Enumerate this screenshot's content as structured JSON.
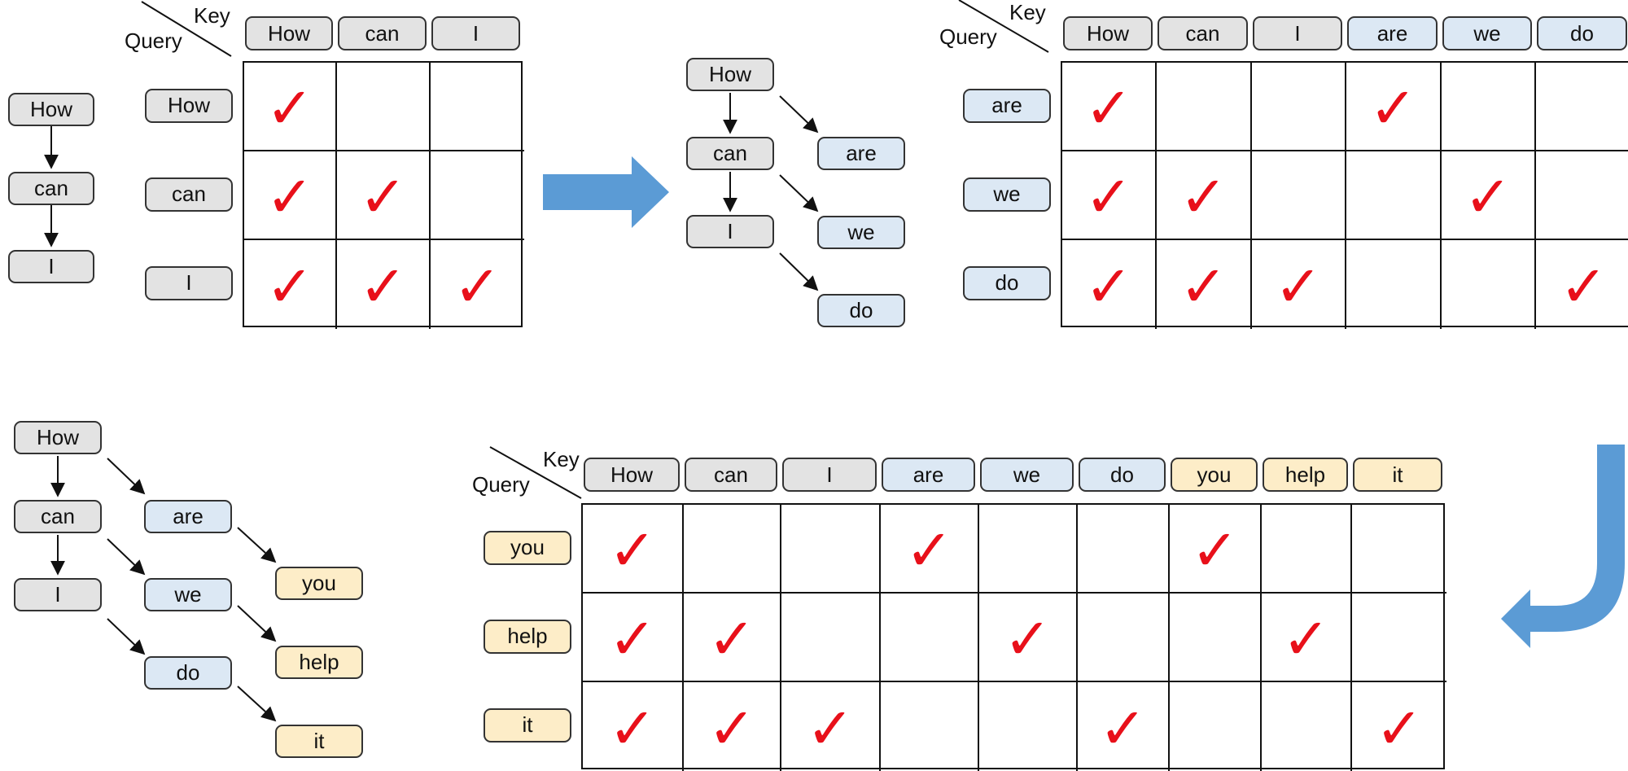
{
  "check_glyph": "✓",
  "colors": {
    "gray": "#e3e3e3",
    "blue": "#dce8f4",
    "yellow": "#fdedc8",
    "check": "#e8101a",
    "arrow": "#5b9bd5"
  },
  "matrix1": {
    "key_label": "Key",
    "query_label": "Query",
    "keys": [
      {
        "text": "How",
        "color": "gray"
      },
      {
        "text": "can",
        "color": "gray"
      },
      {
        "text": "I",
        "color": "gray"
      }
    ],
    "queries": [
      {
        "text": "How",
        "color": "gray"
      },
      {
        "text": "can",
        "color": "gray"
      },
      {
        "text": "I",
        "color": "gray"
      }
    ],
    "checks": [
      [
        1,
        0,
        0
      ],
      [
        1,
        1,
        0
      ],
      [
        1,
        1,
        1
      ]
    ]
  },
  "matrix2": {
    "key_label": "Key",
    "query_label": "Query",
    "keys": [
      {
        "text": "How",
        "color": "gray"
      },
      {
        "text": "can",
        "color": "gray"
      },
      {
        "text": "I",
        "color": "gray"
      },
      {
        "text": "are",
        "color": "blue"
      },
      {
        "text": "we",
        "color": "blue"
      },
      {
        "text": "do",
        "color": "blue"
      }
    ],
    "queries": [
      {
        "text": "are",
        "color": "blue"
      },
      {
        "text": "we",
        "color": "blue"
      },
      {
        "text": "do",
        "color": "blue"
      }
    ],
    "checks": [
      [
        1,
        0,
        0,
        1,
        0,
        0
      ],
      [
        1,
        1,
        0,
        0,
        1,
        0
      ],
      [
        1,
        1,
        1,
        0,
        0,
        1
      ]
    ]
  },
  "matrix3": {
    "key_label": "Key",
    "query_label": "Query",
    "keys": [
      {
        "text": "How",
        "color": "gray"
      },
      {
        "text": "can",
        "color": "gray"
      },
      {
        "text": "I",
        "color": "gray"
      },
      {
        "text": "are",
        "color": "blue"
      },
      {
        "text": "we",
        "color": "blue"
      },
      {
        "text": "do",
        "color": "blue"
      },
      {
        "text": "you",
        "color": "yellow"
      },
      {
        "text": "help",
        "color": "yellow"
      },
      {
        "text": "it",
        "color": "yellow"
      }
    ],
    "queries": [
      {
        "text": "you",
        "color": "yellow"
      },
      {
        "text": "help",
        "color": "yellow"
      },
      {
        "text": "it",
        "color": "yellow"
      }
    ],
    "checks": [
      [
        1,
        0,
        0,
        1,
        0,
        0,
        1,
        0,
        0
      ],
      [
        1,
        1,
        0,
        0,
        1,
        0,
        0,
        1,
        0
      ],
      [
        1,
        1,
        1,
        0,
        0,
        1,
        0,
        0,
        1
      ]
    ]
  },
  "tree1": [
    {
      "text": "How",
      "color": "gray"
    },
    {
      "text": "can",
      "color": "gray"
    },
    {
      "text": "I",
      "color": "gray"
    }
  ],
  "tree2": {
    "base": [
      {
        "text": "How",
        "color": "gray"
      },
      {
        "text": "can",
        "color": "gray"
      },
      {
        "text": "I",
        "color": "gray"
      }
    ],
    "branch": [
      {
        "text": "are",
        "color": "blue"
      },
      {
        "text": "we",
        "color": "blue"
      },
      {
        "text": "do",
        "color": "blue"
      }
    ]
  },
  "tree3": {
    "base": [
      {
        "text": "How",
        "color": "gray"
      },
      {
        "text": "can",
        "color": "gray"
      },
      {
        "text": "I",
        "color": "gray"
      }
    ],
    "branch": [
      {
        "text": "are",
        "color": "blue"
      },
      {
        "text": "we",
        "color": "blue"
      },
      {
        "text": "do",
        "color": "blue"
      }
    ],
    "leaf": [
      {
        "text": "you",
        "color": "yellow"
      },
      {
        "text": "help",
        "color": "yellow"
      },
      {
        "text": "it",
        "color": "yellow"
      }
    ]
  }
}
